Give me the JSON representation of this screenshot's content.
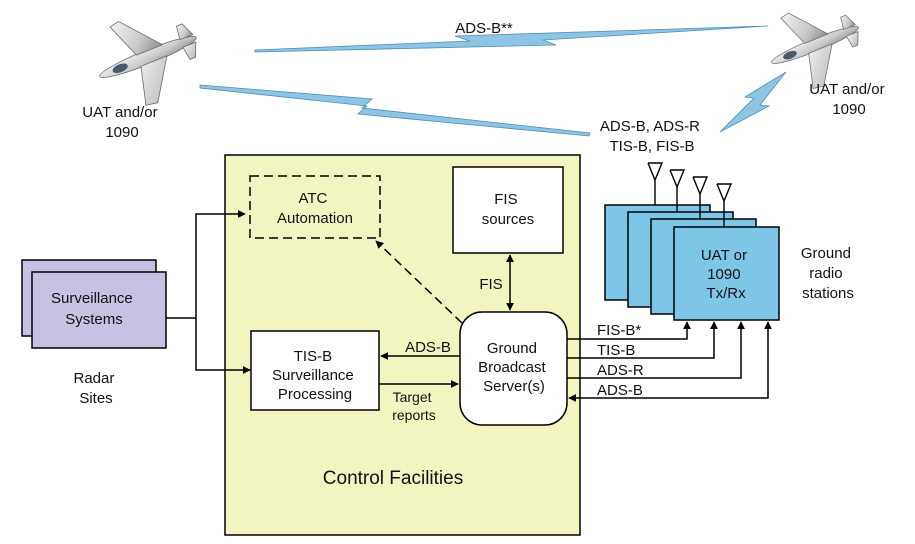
{
  "colors": {
    "facility_fill": "#f3f5c0",
    "radar_fill": "#c6c3e2",
    "station_fill": "#7ec6e8",
    "link_fill": "#8ec4e4",
    "line": "#000000"
  },
  "aircraft": {
    "left_label": [
      "UAT and/or",
      "1090"
    ],
    "right_label": [
      "UAT and/or",
      "1090"
    ]
  },
  "links": {
    "air_to_air": "ADS-B**",
    "uplink_services": [
      "ADS-B, ADS-R",
      "TIS-B, FIS-B"
    ]
  },
  "facility": {
    "title": "Control Facilities"
  },
  "boxes": {
    "atc": [
      "ATC",
      "Automation"
    ],
    "fis_sources": [
      "FIS",
      "sources"
    ],
    "tisb": [
      "TIS-B",
      "Surveillance",
      "Processing"
    ],
    "gbs": [
      "Ground",
      "Broadcast",
      "Server(s)"
    ],
    "surveillance": [
      "Surveillance",
      "Systems"
    ],
    "uat": [
      "UAT or",
      "1090",
      "Tx/Rx"
    ]
  },
  "labels": {
    "radar_sites": [
      "Radar",
      "Sites"
    ],
    "ground_radio": [
      "Ground",
      "radio",
      "stations"
    ],
    "fis": "FIS",
    "adsb_to_tisb": "ADS-B",
    "target_reports": [
      "Target",
      "reports"
    ]
  },
  "gbs_links": [
    "FIS-B*",
    "TIS-B",
    "ADS-R",
    "ADS-B"
  ]
}
